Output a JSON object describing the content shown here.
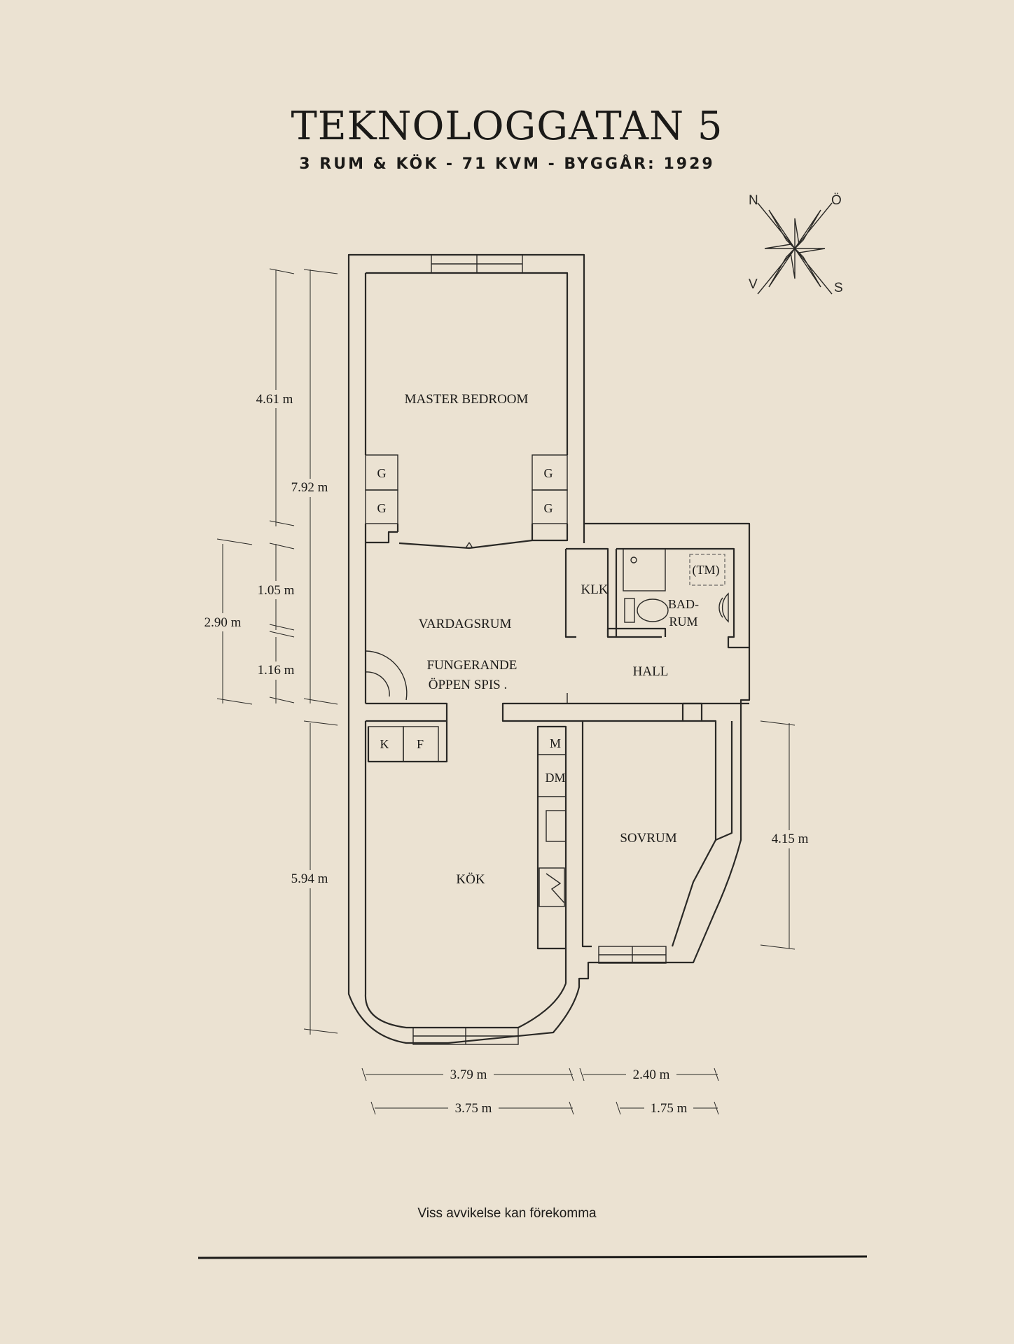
{
  "header": {
    "title": "TEKNOLOGGATAN 5",
    "subtitle": "3 RUM & KÖK  -  71 KVM  -  BYGGÅR: 1929"
  },
  "compass": {
    "n": "N",
    "o": "Ö",
    "v": "V",
    "s": "S"
  },
  "rooms": {
    "master_bedroom": "MASTER BEDROOM",
    "vardagsrum": "VARDAGSRUM",
    "fireplace_line1": "FUNGERANDE",
    "fireplace_line2": "ÖPPEN SPIS .",
    "klk": "KLK",
    "badrum_line1": "BAD-",
    "badrum_line2": "RUM",
    "tm": "(TM)",
    "hall": "HALL",
    "kok": "KÖK",
    "sovrum": "SOVRUM"
  },
  "fixtures": {
    "g1": "G",
    "g2": "G",
    "g3": "G",
    "g4": "G",
    "k": "K",
    "f": "F",
    "m": "M",
    "dm": "DM"
  },
  "dimensions": {
    "d_461": "4.61 m",
    "d_792": "7.92 m",
    "d_105": "1.05 m",
    "d_290": "2.90 m",
    "d_116": "1.16 m",
    "d_594": "5.94 m",
    "d_415": "4.15 m",
    "d_379": "3.79 m",
    "d_375": "3.75 m",
    "d_240": "2.40 m",
    "d_175": "1.75 m"
  },
  "footer": {
    "note": "Viss avvikelse kan förekomma"
  }
}
